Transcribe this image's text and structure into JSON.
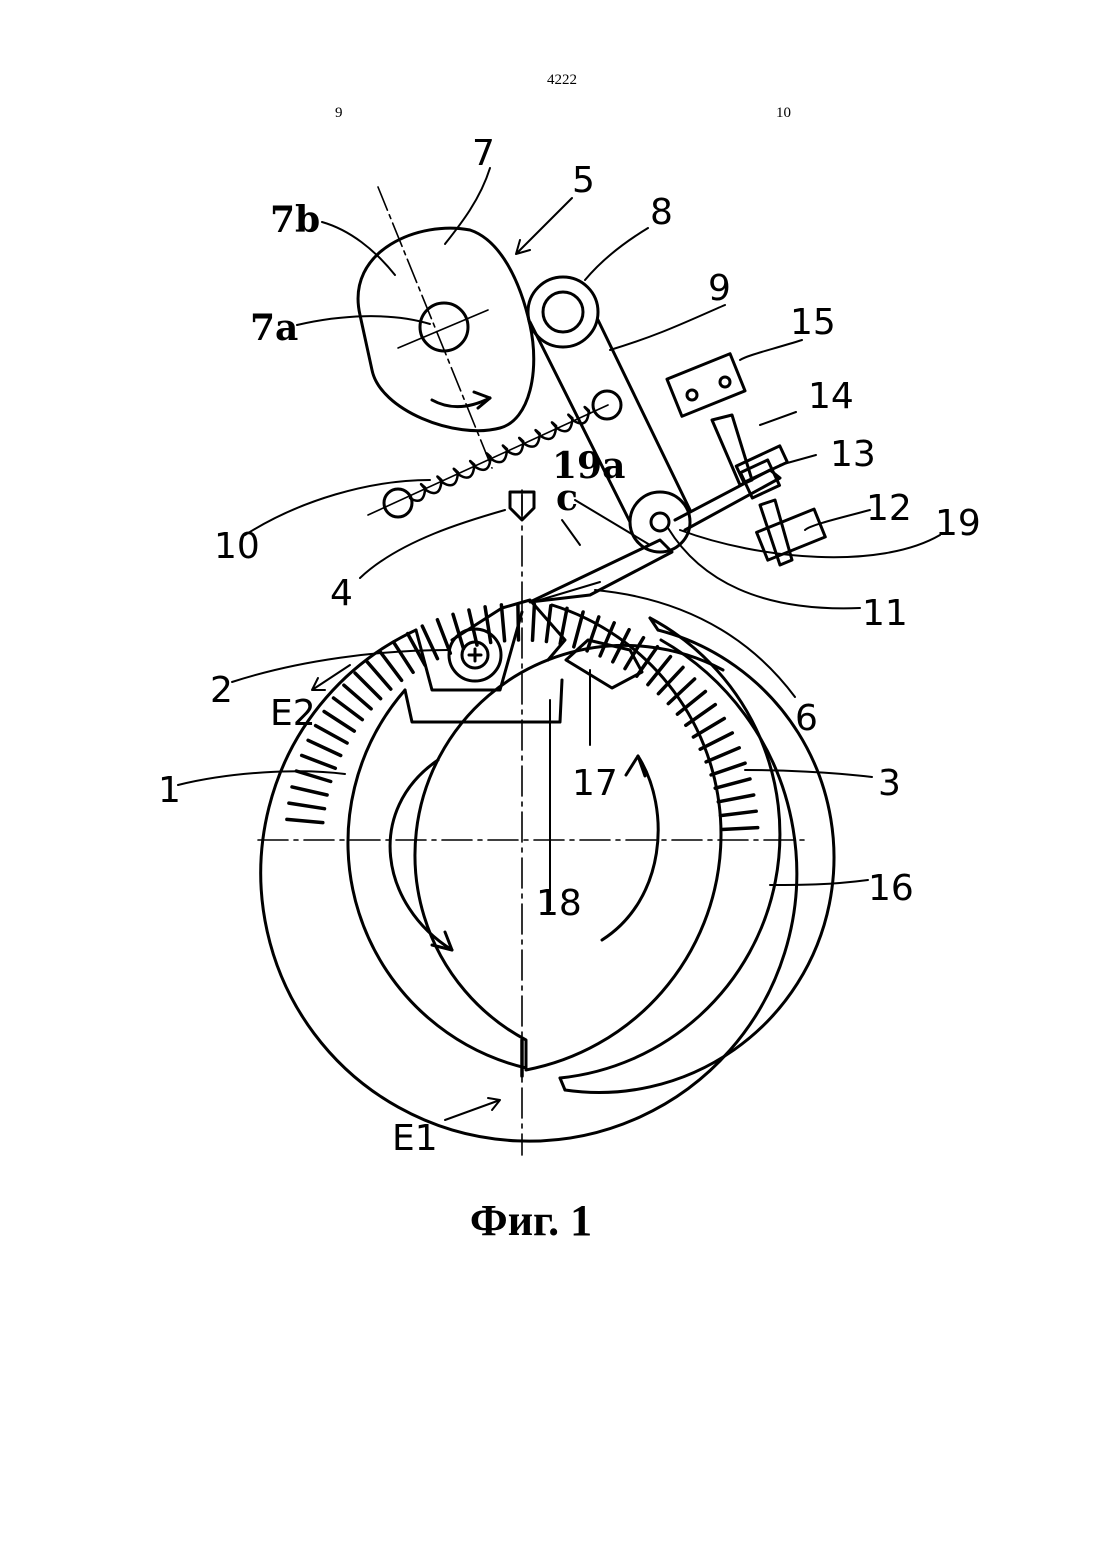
{
  "header": {
    "doc_number": "4222",
    "column_left": "9",
    "column_right": "10"
  },
  "figure": {
    "caption": "Фиг. 1",
    "labels": {
      "l1": "1",
      "l2": "2",
      "l3": "3",
      "l4": "4",
      "l5": "5",
      "l6": "6",
      "l7": "7",
      "l7a": "7a",
      "l7b": "7b",
      "l8": "8",
      "l9": "9",
      "l10": "10",
      "l11": "11",
      "l12": "12",
      "l13": "13",
      "l14": "14",
      "l15": "15",
      "l16": "16",
      "l17": "17",
      "l18": "18",
      "l19": "19",
      "l19a": "19a",
      "lc": "c",
      "lE1": "E1",
      "lE2": "E2"
    }
  }
}
